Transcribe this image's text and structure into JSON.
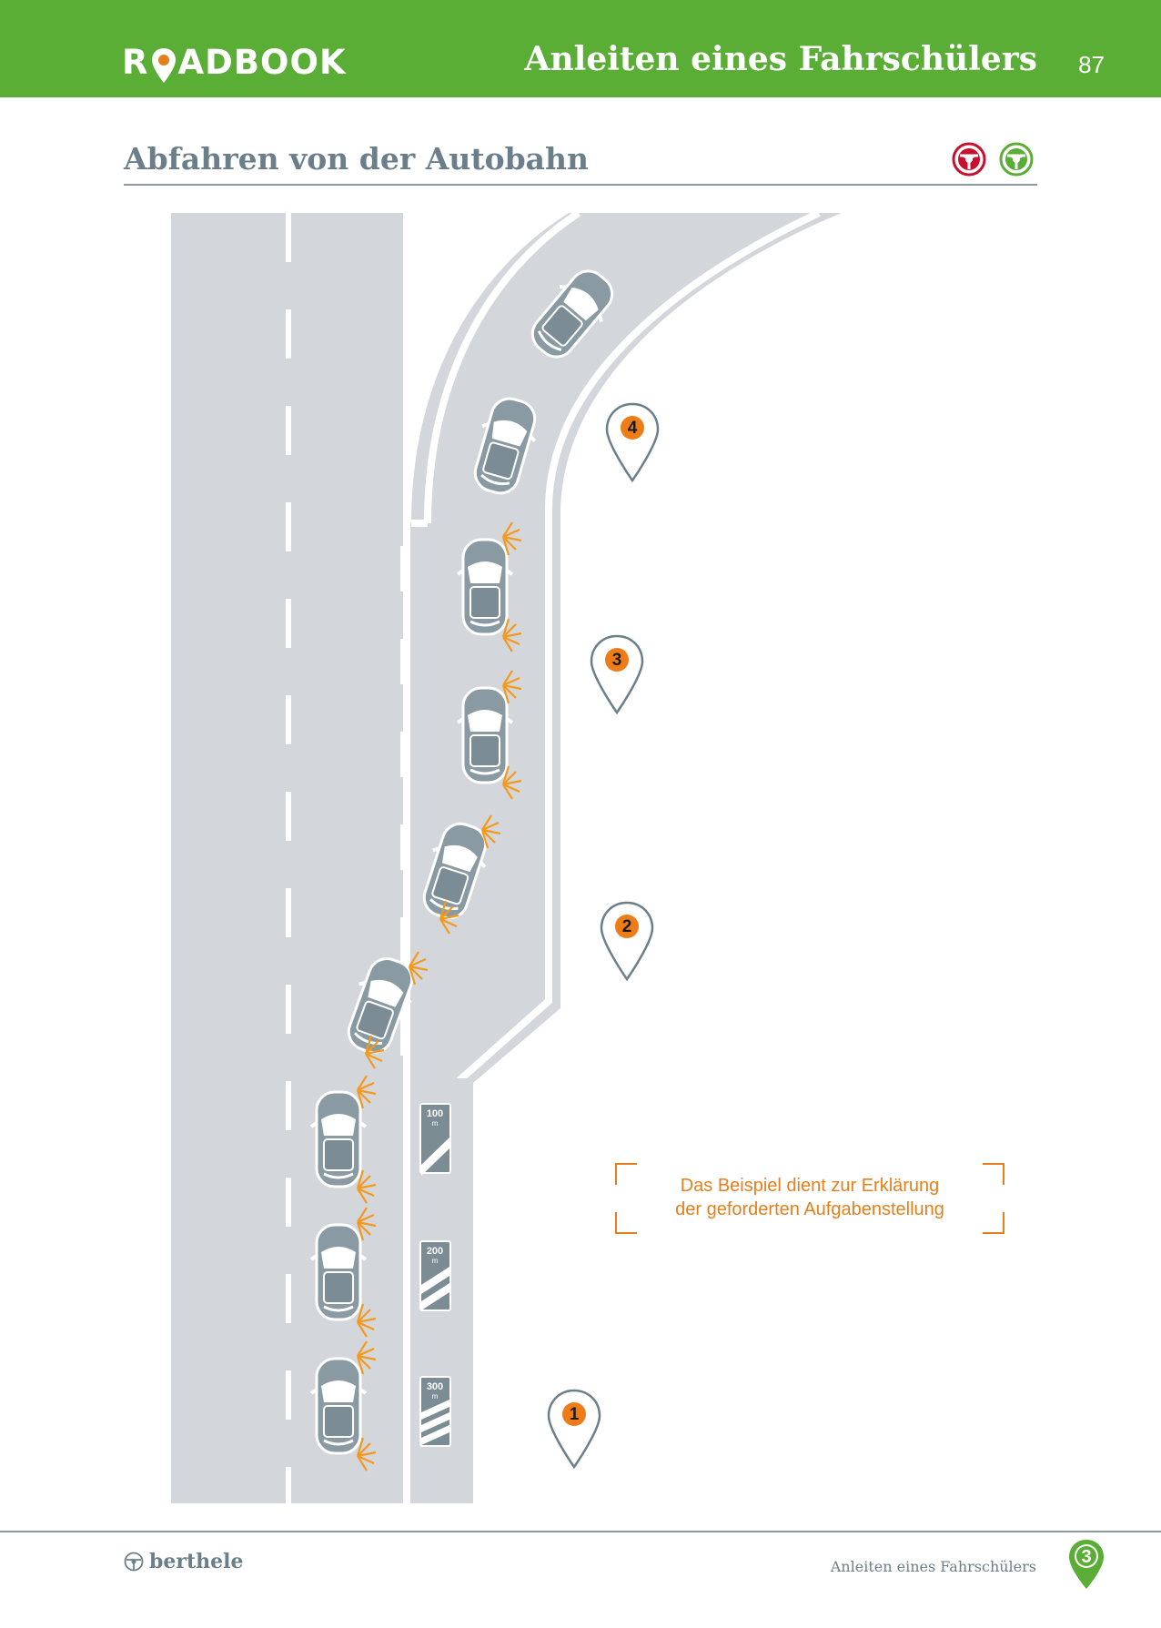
{
  "header": {
    "logo_start": "R",
    "logo_end": "ADBOOK",
    "title": "Anleiten eines Fahrschülers",
    "page_number": "87"
  },
  "section": {
    "title": "Abfahren von der Autobahn"
  },
  "diagram": {
    "markers": [
      "1",
      "2",
      "3",
      "4"
    ],
    "signs": [
      {
        "value": "100",
        "unit": "m",
        "stripes": 1
      },
      {
        "value": "200",
        "unit": "m",
        "stripes": 2
      },
      {
        "value": "300",
        "unit": "m",
        "stripes": 3
      }
    ],
    "note": {
      "line1": "Das Beispiel dient zur Erklärung",
      "line2": "der geforderten Aufgabenstellung"
    }
  },
  "footer": {
    "brand": "berthele",
    "text": "Anleiten eines Fahrschülers",
    "chapter": "3"
  },
  "colors": {
    "green": "#5aad35",
    "road": "#d3d7db",
    "car": "#8a9aa3",
    "orange": "#e57f1c",
    "red": "#c8102e",
    "text_gray": "#6b7f8a"
  }
}
